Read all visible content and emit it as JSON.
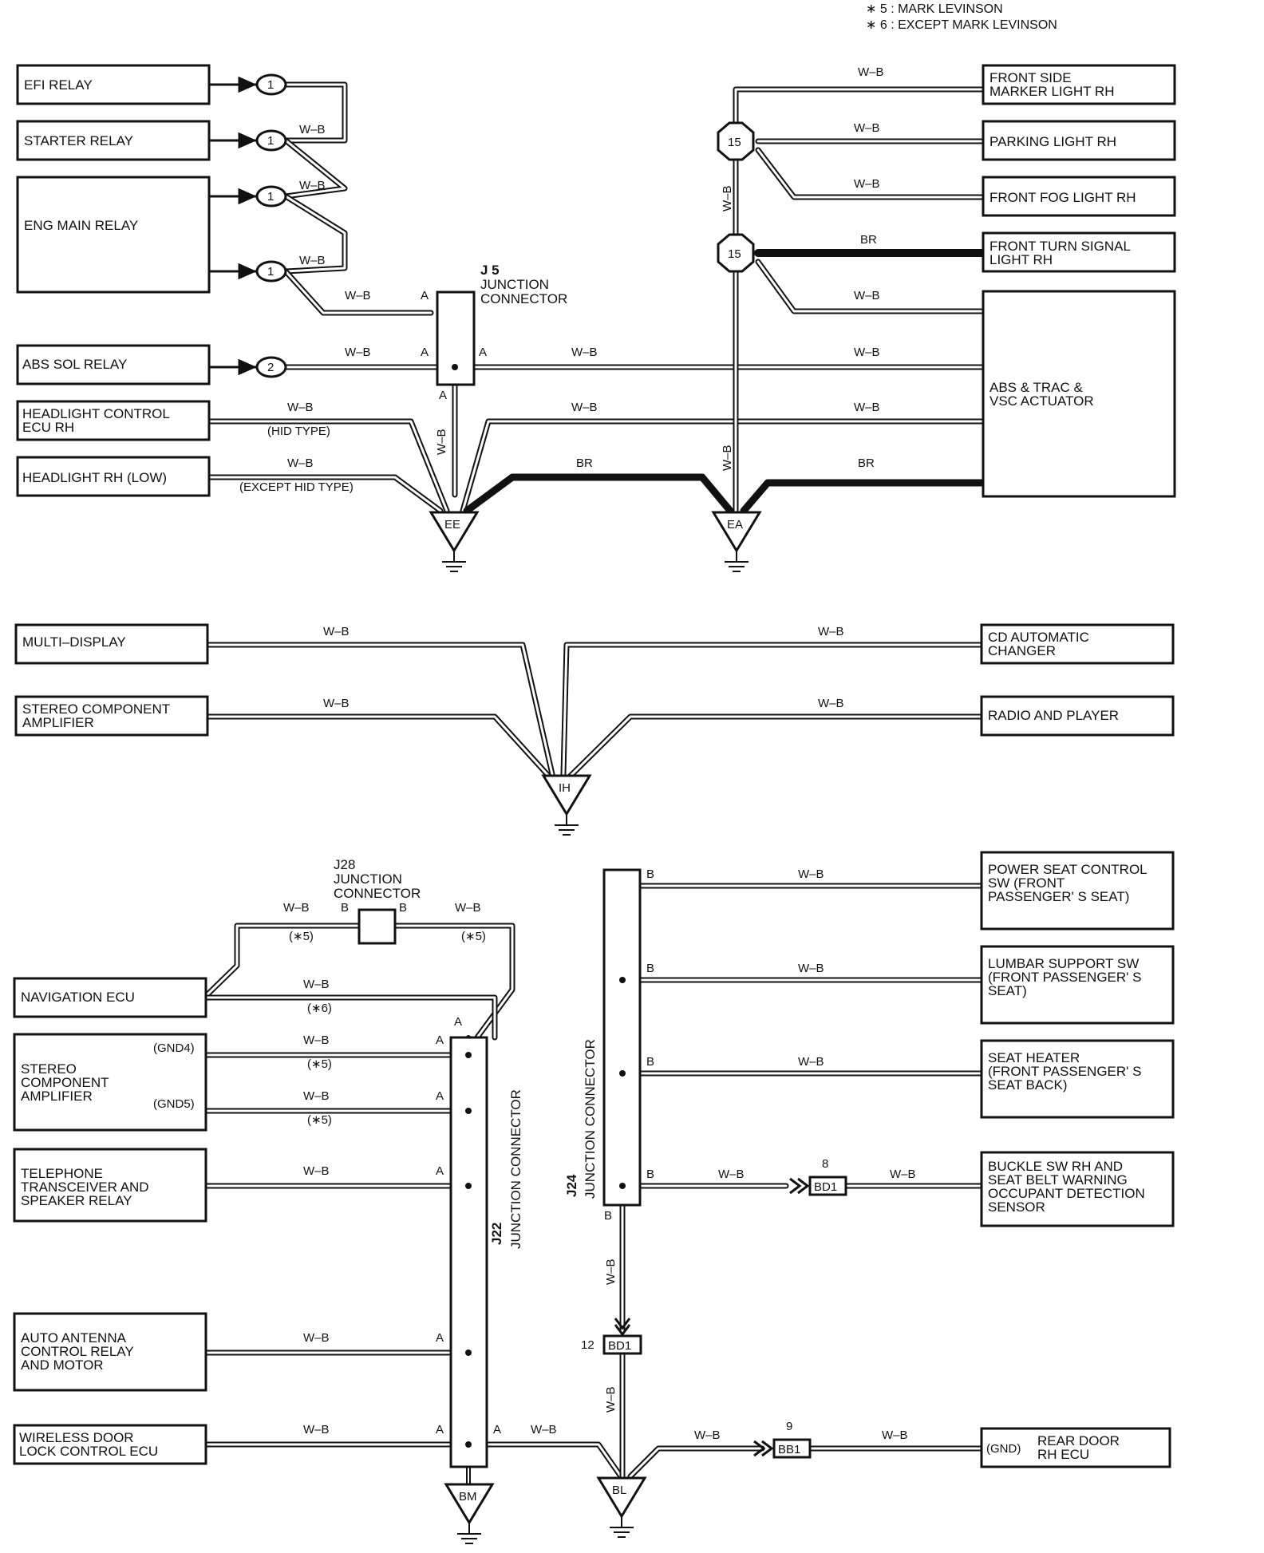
{
  "header_notes": [
    "∗ 5 : MARK LEVINSON",
    "∗ 6 : EXCEPT MARK LEVINSON"
  ],
  "components": {
    "efi_relay": [
      "EFI RELAY"
    ],
    "starter_relay": [
      "STARTER RELAY"
    ],
    "eng_main_relay": [
      "ENG MAIN RELAY"
    ],
    "abs_sol_relay": [
      "ABS SOL RELAY"
    ],
    "headlight_ctrl": [
      "HEADLIGHT CONTROL",
      "ECU RH"
    ],
    "headlight_low": [
      "HEADLIGHT RH (LOW)"
    ],
    "front_side_marker": [
      "FRONT SIDE",
      "MARKER LIGHT RH"
    ],
    "parking_light": [
      "PARKING LIGHT RH"
    ],
    "front_fog": [
      "FRONT FOG LIGHT RH"
    ],
    "front_turn": [
      "FRONT TURN SIGNAL",
      "LIGHT RH"
    ],
    "abs_trac": [
      "ABS & TRAC &",
      "VSC ACTUATOR"
    ],
    "multi_display": [
      "MULTI–DISPLAY"
    ],
    "stereo_amp_1": [
      "STEREO COMPONENT",
      "AMPLIFIER"
    ],
    "cd_changer": [
      "CD AUTOMATIC",
      "CHANGER"
    ],
    "radio_player": [
      "RADIO AND PLAYER"
    ],
    "nav_ecu": [
      "NAVIGATION ECU"
    ],
    "stereo_amp_2": [
      "STEREO",
      "COMPONENT",
      "AMPLIFIER"
    ],
    "telephone": [
      "TELEPHONE",
      "TRANSCEIVER AND",
      "SPEAKER RELAY"
    ],
    "auto_antenna": [
      "AUTO ANTENNA",
      "CONTROL RELAY",
      "AND MOTOR"
    ],
    "wireless_door": [
      "WIRELESS DOOR",
      "LOCK CONTROL ECU"
    ],
    "power_seat": [
      "POWER SEAT CONTROL",
      "SW (FRONT",
      "PASSENGER' S SEAT)"
    ],
    "lumbar": [
      "LUMBAR SUPPORT SW",
      "(FRONT PASSENGER' S",
      " SEAT)"
    ],
    "seat_heater": [
      "SEAT HEATER",
      "(FRONT PASSENGER' S",
      " SEAT BACK)"
    ],
    "buckle_sw": [
      "BUCKLE SW RH AND",
      "SEAT BELT WARNING",
      "OCCUPANT DETECTION",
      "SENSOR"
    ],
    "rear_door": [
      "REAR DOOR",
      "RH ECU"
    ]
  },
  "junctions": {
    "j5": [
      "J 5",
      "JUNCTION",
      "CONNECTOR"
    ],
    "j28": [
      "J28",
      "JUNCTION",
      "CONNECTOR"
    ],
    "j22": [
      "J22",
      "JUNCTION CONNECTOR"
    ],
    "j24": [
      "J24",
      "JUNCTION CONNECTOR"
    ]
  },
  "grounds": [
    "EE",
    "EA",
    "IH",
    "BM",
    "BL"
  ],
  "connector_numbers": [
    "1",
    "1",
    "1",
    "1",
    "2",
    "15",
    "15"
  ],
  "inline_connectors": {
    "bd1_top": {
      "name": "BD1",
      "pin": "8"
    },
    "bd1_mid": {
      "name": "BD1",
      "pin": "12"
    },
    "bb1": {
      "name": "BB1",
      "pin": "9"
    }
  },
  "wire_colors": {
    "wb": "W–B",
    "br": "BR"
  },
  "pins": {
    "a": "A",
    "b": "B"
  },
  "notes": {
    "hid": "(HID TYPE)",
    "except_hid": "(EXCEPT HID TYPE)",
    "n5": "(∗5)",
    "n6": "(∗6)",
    "gnd4": "(GND4)",
    "gnd5": "(GND5)",
    "gnd": "(GND)"
  }
}
